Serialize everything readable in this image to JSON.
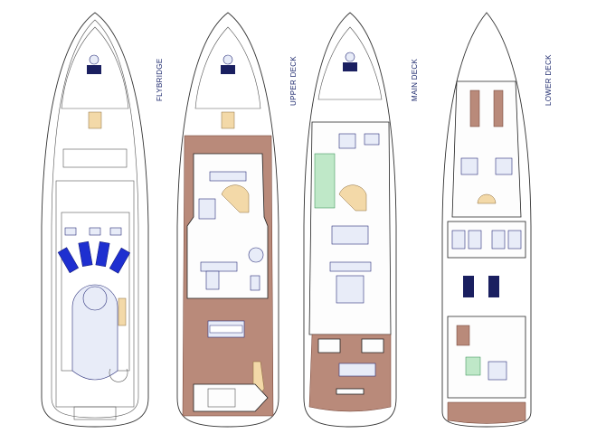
{
  "decks": [
    {
      "label": "FLYBRIDGE"
    },
    {
      "label": "UPPER DECK"
    },
    {
      "label": "MAIN DECK"
    },
    {
      "label": "LOWER DECK"
    }
  ],
  "colors": {
    "label": "#1e2a6e",
    "teak_deck": "#b98a7a",
    "sun_loungers": "#1e2fd0",
    "hull_outline": "#333333"
  }
}
